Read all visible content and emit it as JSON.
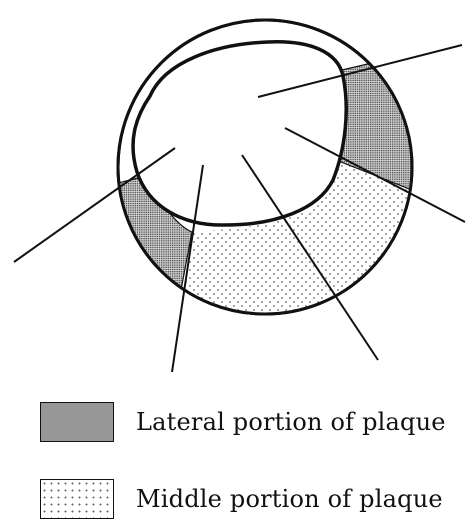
{
  "legend": {
    "items": [
      {
        "label": "Lateral portion of plaque",
        "pattern": "dense-stipple",
        "color": "#c9c9c9"
      },
      {
        "label": "Middle portion of plaque",
        "pattern": "sparse-dots",
        "color": "#ffffff"
      }
    ]
  },
  "diagram": {
    "line_color": "#111111",
    "background": "#ffffff"
  }
}
